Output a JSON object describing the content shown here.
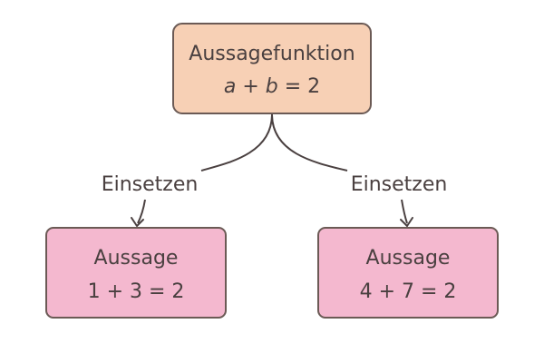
{
  "diagram": {
    "root": {
      "title": "Aussagefunktion",
      "formula": {
        "a": "a",
        "op1": " + ",
        "b": "b",
        "rest": " = 2"
      },
      "fill": "#f7d0b5",
      "stroke": "#6b5a55"
    },
    "edge_left_label": "Einsetzen",
    "edge_right_label": "Einsetzen",
    "left": {
      "title": "Aussage",
      "formula": "1 + 3 = 2",
      "fill": "#f4b8cf",
      "stroke": "#6b5a55"
    },
    "right": {
      "title": "Aussage",
      "formula": "4 + 7 = 2",
      "fill": "#f4b8cf",
      "stroke": "#6b5a55"
    },
    "edge_color": "#4a4040"
  }
}
